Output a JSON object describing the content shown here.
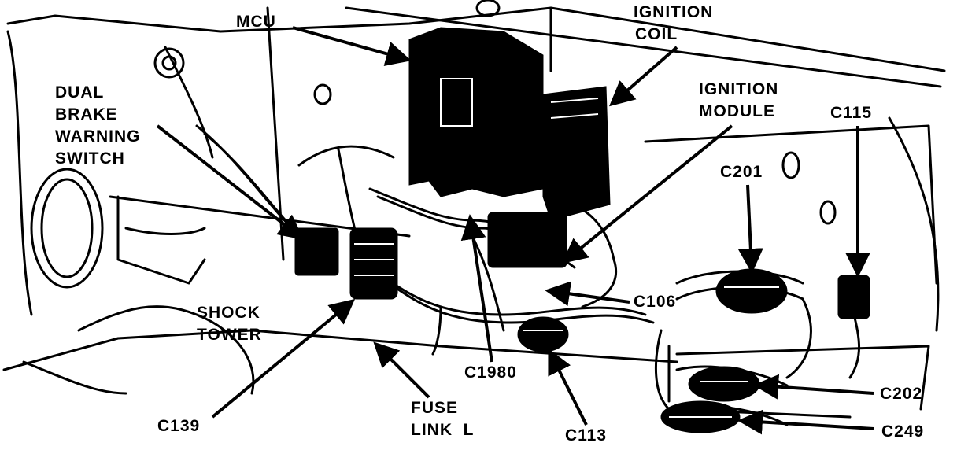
{
  "diagram": {
    "colors": {
      "ink": "#000000",
      "paper": "#ffffff"
    },
    "labels": {
      "mcu": "MCU",
      "ignition_coil": [
        "IGNITION",
        "COIL"
      ],
      "ignition_module": [
        "IGNITION",
        "MODULE"
      ],
      "dual_brake_warning_switch": [
        "DUAL",
        "BRAKE",
        "WARNING",
        "SWITCH"
      ],
      "c115": "C115",
      "c201": "C201",
      "c106": "C106",
      "shock_tower": [
        "SHOCK",
        "TOWER"
      ],
      "c1980": "C1980",
      "fuse_link_l": [
        "FUSE",
        "LINK  L"
      ],
      "c139": "C139",
      "c113": "C113",
      "c202": "C202",
      "c249": "C249"
    }
  }
}
